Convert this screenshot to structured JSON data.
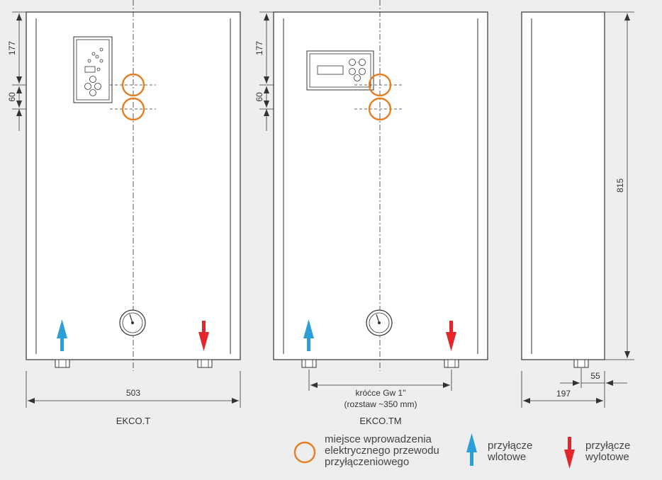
{
  "dimensions": {
    "top_offset": "177",
    "circle_spacing": "60",
    "width_t": "503",
    "height": "815",
    "depth": "197",
    "depth_offset": "55"
  },
  "connections": {
    "line1": "króćce Gw 1\"",
    "line2": "(rozstaw ~350 mm)"
  },
  "models": {
    "t": "EKCO.T",
    "tm": "EKCO.TM"
  },
  "legend": {
    "cable_entry": {
      "line1": "miejsce wprowadzenia",
      "line2": "elektrycznego przewodu",
      "line3": "przyłączeniowego"
    },
    "inlet": {
      "line1": "przyłącze",
      "line2": "wlotowe"
    },
    "outlet": {
      "line1": "przyłącze",
      "line2": "wylotowe"
    }
  },
  "colors": {
    "cable_entry": "#e67e22",
    "inlet": "#2a9fd8",
    "outlet": "#e3262b",
    "line": "#333333"
  },
  "icons": {
    "cable_entry": "orange-circle-icon",
    "inlet": "blue-up-arrow-icon",
    "outlet": "red-down-arrow-icon",
    "gauge": "pressure-gauge-icon"
  }
}
